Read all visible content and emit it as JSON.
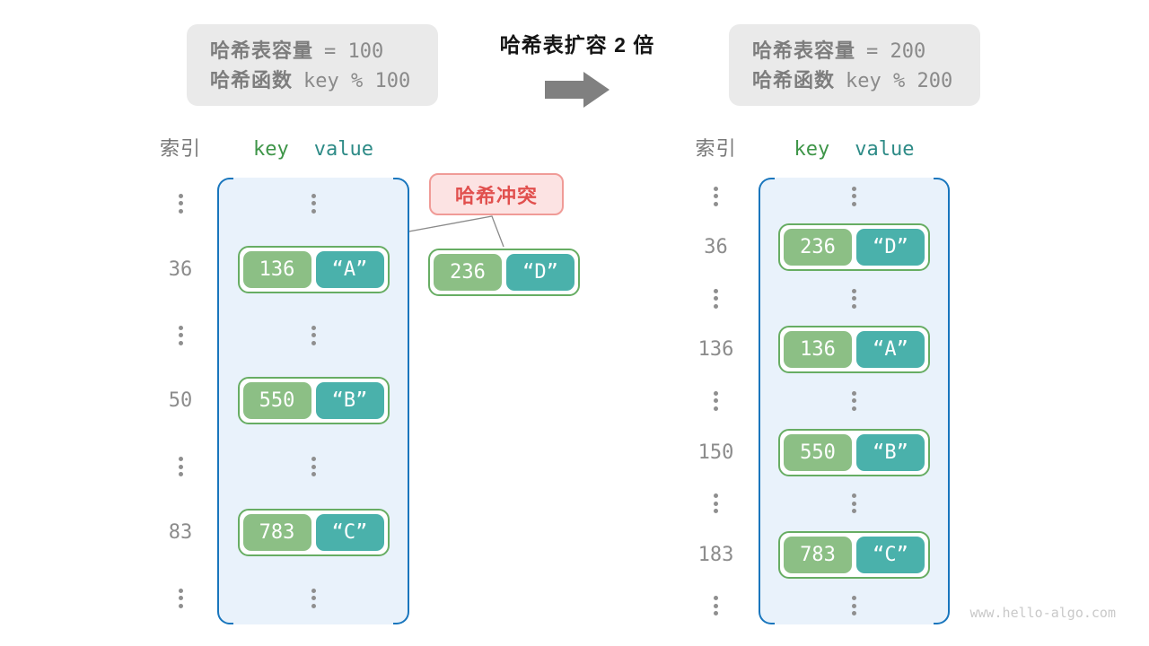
{
  "title": "哈希表扩容 2 倍",
  "info_left": {
    "cap_label": "哈希表容量",
    "cap_value": "= 100",
    "fn_label": "哈希函数",
    "fn_value": "key % 100"
  },
  "info_right": {
    "cap_label": "哈希表容量",
    "cap_value": "= 200",
    "fn_label": "哈希函数",
    "fn_value": "key % 200"
  },
  "header": {
    "index": "索引",
    "key": "key",
    "value": "value"
  },
  "collision": {
    "label": "哈希冲突"
  },
  "external_pair": {
    "key": "236",
    "value": "“D”"
  },
  "left_table": {
    "rows": [
      {
        "type": "dots"
      },
      {
        "type": "pair",
        "index": "36",
        "key": "136",
        "value": "“A”"
      },
      {
        "type": "dots"
      },
      {
        "type": "pair",
        "index": "50",
        "key": "550",
        "value": "“B”"
      },
      {
        "type": "dots"
      },
      {
        "type": "pair",
        "index": "83",
        "key": "783",
        "value": "“C”"
      },
      {
        "type": "dots"
      }
    ]
  },
  "right_table": {
    "rows": [
      {
        "type": "dots"
      },
      {
        "type": "pair",
        "index": "36",
        "key": "236",
        "value": "“D”"
      },
      {
        "type": "dots"
      },
      {
        "type": "pair",
        "index": "136",
        "key": "136",
        "value": "“A”"
      },
      {
        "type": "dots"
      },
      {
        "type": "pair",
        "index": "150",
        "key": "550",
        "value": "“B”"
      },
      {
        "type": "dots"
      },
      {
        "type": "pair",
        "index": "183",
        "key": "783",
        "value": "“C”"
      },
      {
        "type": "dots"
      }
    ]
  },
  "watermark": "www.hello-algo.com",
  "colors": {
    "key_green": "#8CBF85",
    "value_teal": "#4AB1AB",
    "pair_border": "#67AD63",
    "table_fill": "#E9F2FB",
    "table_bracket_blue": "#1976BD",
    "collision_text": "#E1504E",
    "collision_fill": "#FCE3E3",
    "collision_border": "#F09B97",
    "header_key_green": "#3E9548",
    "header_value_teal": "#2E8B87",
    "info_fill": "#EAEAEA",
    "arrow_gray": "#808080"
  }
}
